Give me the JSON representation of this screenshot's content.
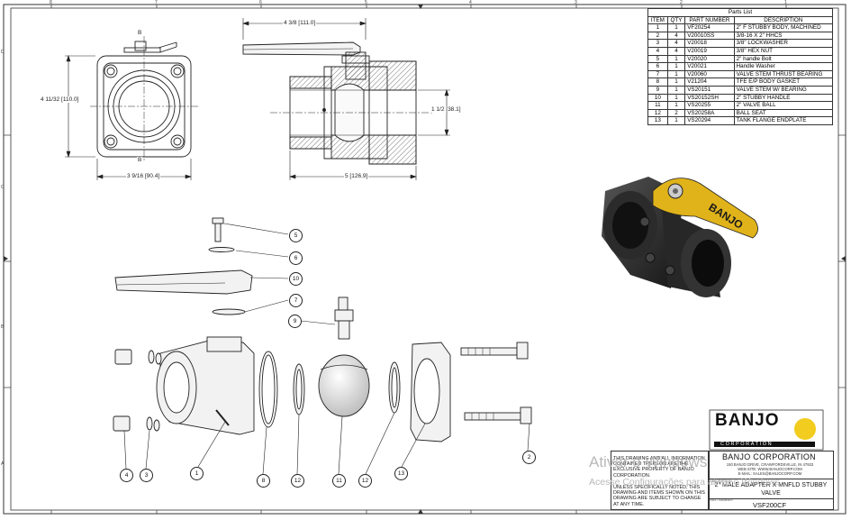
{
  "zones": {
    "top": [
      "8",
      "7",
      "6",
      "5",
      "4",
      "3",
      "2",
      "1"
    ],
    "left": [
      "D",
      "C",
      "B",
      "A"
    ]
  },
  "dimensions": {
    "handle_length": "4 3/8 [111.0]",
    "body_height": "4 11/32 [110.0]",
    "body_width": "3 9/16 [90.4]",
    "overall_length": "5 [126.9]",
    "bore": "1 1/2 [38.1]",
    "section_marker": "B"
  },
  "parts_list": {
    "title": "Parts List",
    "headers": [
      "ITEM",
      "QTY",
      "PART NUMBER",
      "DESCRIPTION"
    ],
    "rows": [
      [
        "1",
        "1",
        "VF20254",
        "2\" F STUBBY BODY, MACHINED"
      ],
      [
        "2",
        "4",
        "V20010SS",
        "3/8-16 X 2\" HHCS"
      ],
      [
        "3",
        "4",
        "V20018",
        "3/8\" LOCKWASHER"
      ],
      [
        "4",
        "4",
        "V20019",
        "3/8\" HEX NUT"
      ],
      [
        "5",
        "1",
        "V20020",
        "2\" handle Bolt"
      ],
      [
        "6",
        "1",
        "V20021",
        "Handle Washer"
      ],
      [
        "7",
        "1",
        "V20060",
        "VALVE STEM THRUST BEARING"
      ],
      [
        "8",
        "1",
        "V21204",
        "TFE E/P BODY GASKET"
      ],
      [
        "9",
        "1",
        "VS20151",
        "VALVE STEM W/ BEARING"
      ],
      [
        "10",
        "1",
        "VS20152SH",
        "2\" STUBBY HANDLE"
      ],
      [
        "11",
        "1",
        "VS20255",
        "2\" VALVE BALL"
      ],
      [
        "12",
        "2",
        "VS20258A",
        "BALL SEAT"
      ],
      [
        "13",
        "1",
        "VS20294",
        "TANK FLANGE ENDPLATE"
      ]
    ]
  },
  "balloons": [
    "5",
    "6",
    "10",
    "7",
    "9",
    "2",
    "4",
    "3",
    "1",
    "8",
    "12",
    "11",
    "12",
    "13"
  ],
  "title_block": {
    "logo_text": "BANJO",
    "logo_sub": "CORPORATION",
    "company": "BANJO CORPORATION",
    "address": "150 BANJO DRIVE, CRAWFORDSVILLE, IN 47933",
    "website": "WEB SITE: WWW.BANJOCORP.COM",
    "email": "E-MAIL: SALES@BANJOCORP.COM",
    "description_label": "DESCRIPTION",
    "description": "2\" MALE ADAPTER X MNFLD STUBBY VALVE",
    "part_number_label": "PART NUMBER",
    "part_number": "VSF200CF",
    "confidential_note": "THIS DRAWING AND ALL INFORMATION CONTAINED THEREON ARE THE EXCLUSIVE PROPERTY OF BANJO CORPORATION.",
    "change_note": "UNLESS SPECIFICALLY NOTED, THIS DRAWING AND ITEMS SHOWN ON THIS DRAWING ARE SUBJECT TO CHANGE AT ANY TIME."
  },
  "handle_text": "BANJO",
  "watermark": {
    "line1": "Ativar o Windows",
    "line2": "Acesse Configurações para ativar o Windows."
  },
  "colors": {
    "handle": "#e0b31a",
    "logo_yellow": "#f2cc1e",
    "body_dark": "#2e2e2e",
    "hatch": "#555555"
  }
}
